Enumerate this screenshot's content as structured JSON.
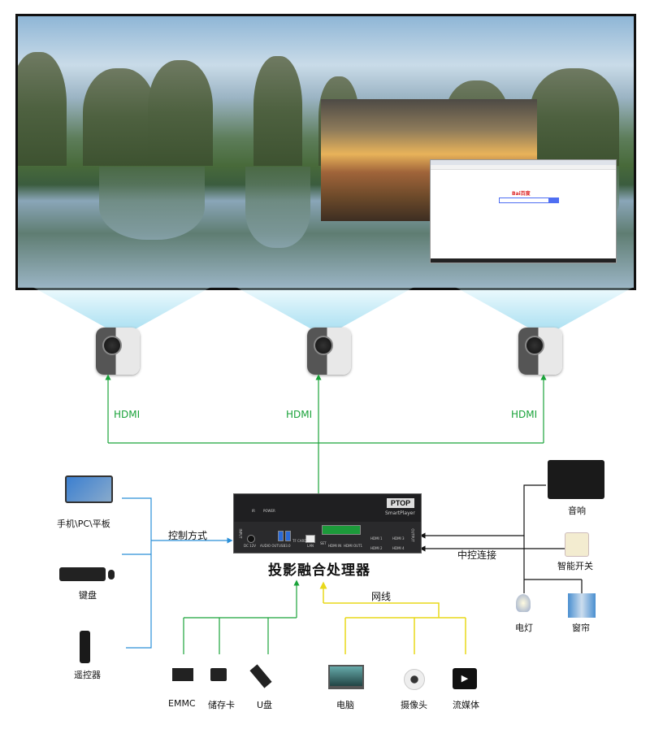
{
  "screen": {
    "browser_logo": "Bai百度"
  },
  "hdmi_labels": [
    "HDMI",
    "HDMI",
    "HDMI"
  ],
  "device": {
    "title": "投影融合处理器",
    "brand": "PTOP",
    "model": "SmartPlayer",
    "front": [
      "IR",
      "POWER"
    ],
    "side_input": "INPUT",
    "side_output": "OUTPUT",
    "ports": [
      "DC 12V",
      "AUDIO OUT",
      "USB3.0",
      "TF CARD",
      "LAN",
      "SET",
      "HDMI IN",
      "HDMI OUT1"
    ],
    "outputs": [
      "HDMI 1",
      "HDMI 2",
      "HDMI 3",
      "HDMI 4"
    ]
  },
  "control": {
    "label": "控制方式",
    "items": [
      "手机\\PC\\平板",
      "键盘",
      "遥控器"
    ]
  },
  "central": {
    "label": "中控连接",
    "items": [
      "音响",
      "智能开关",
      "电灯",
      "窗帘"
    ]
  },
  "storage": {
    "items": [
      "EMMC",
      "储存卡",
      "U盘"
    ]
  },
  "network": {
    "label": "网线",
    "items": [
      "电脑",
      "摄像头",
      "流媒体"
    ]
  },
  "colors": {
    "hdmi": "#1aa33a",
    "control": "#2a8fd8",
    "central": "#111111",
    "storage": "#1aa33a",
    "network": "#f2e21a"
  }
}
